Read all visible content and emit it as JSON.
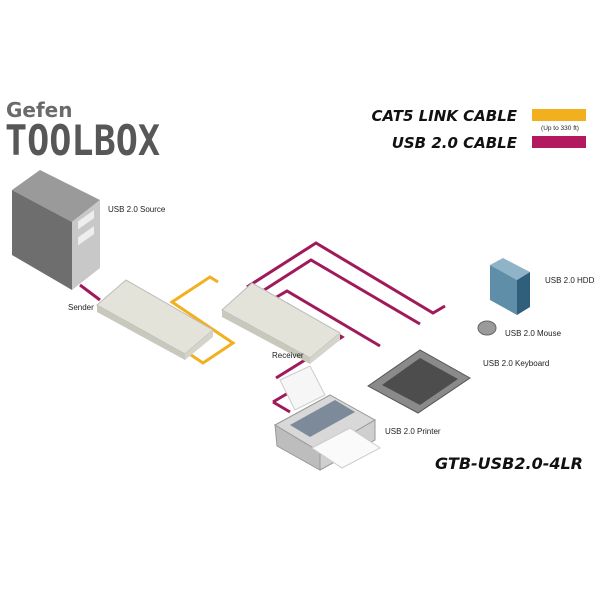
{
  "logo": {
    "brand": "Gefen",
    "product": "TOOLBOX"
  },
  "legend": [
    {
      "label": "CAT5 LINK CABLE",
      "note": "(Up to 330 ft)",
      "color": "#f2b01e"
    },
    {
      "label": "USB 2.0 CABLE",
      "note": "",
      "color": "#b3195f"
    }
  ],
  "devices": {
    "source": "USB 2.0 Source",
    "sender": "Sender",
    "receiver": "Receiver",
    "hdd": "USB 2.0 HDD",
    "mouse": "USB 2.0 Mouse",
    "keyboard": "USB 2.0 Keyboard",
    "printer": "USB 2.0 Printer"
  },
  "model": "GTB-USB2.0-4LR",
  "colors": {
    "cat5": "#f2b01e",
    "usb": "#a0195a",
    "logo": "#575757"
  }
}
